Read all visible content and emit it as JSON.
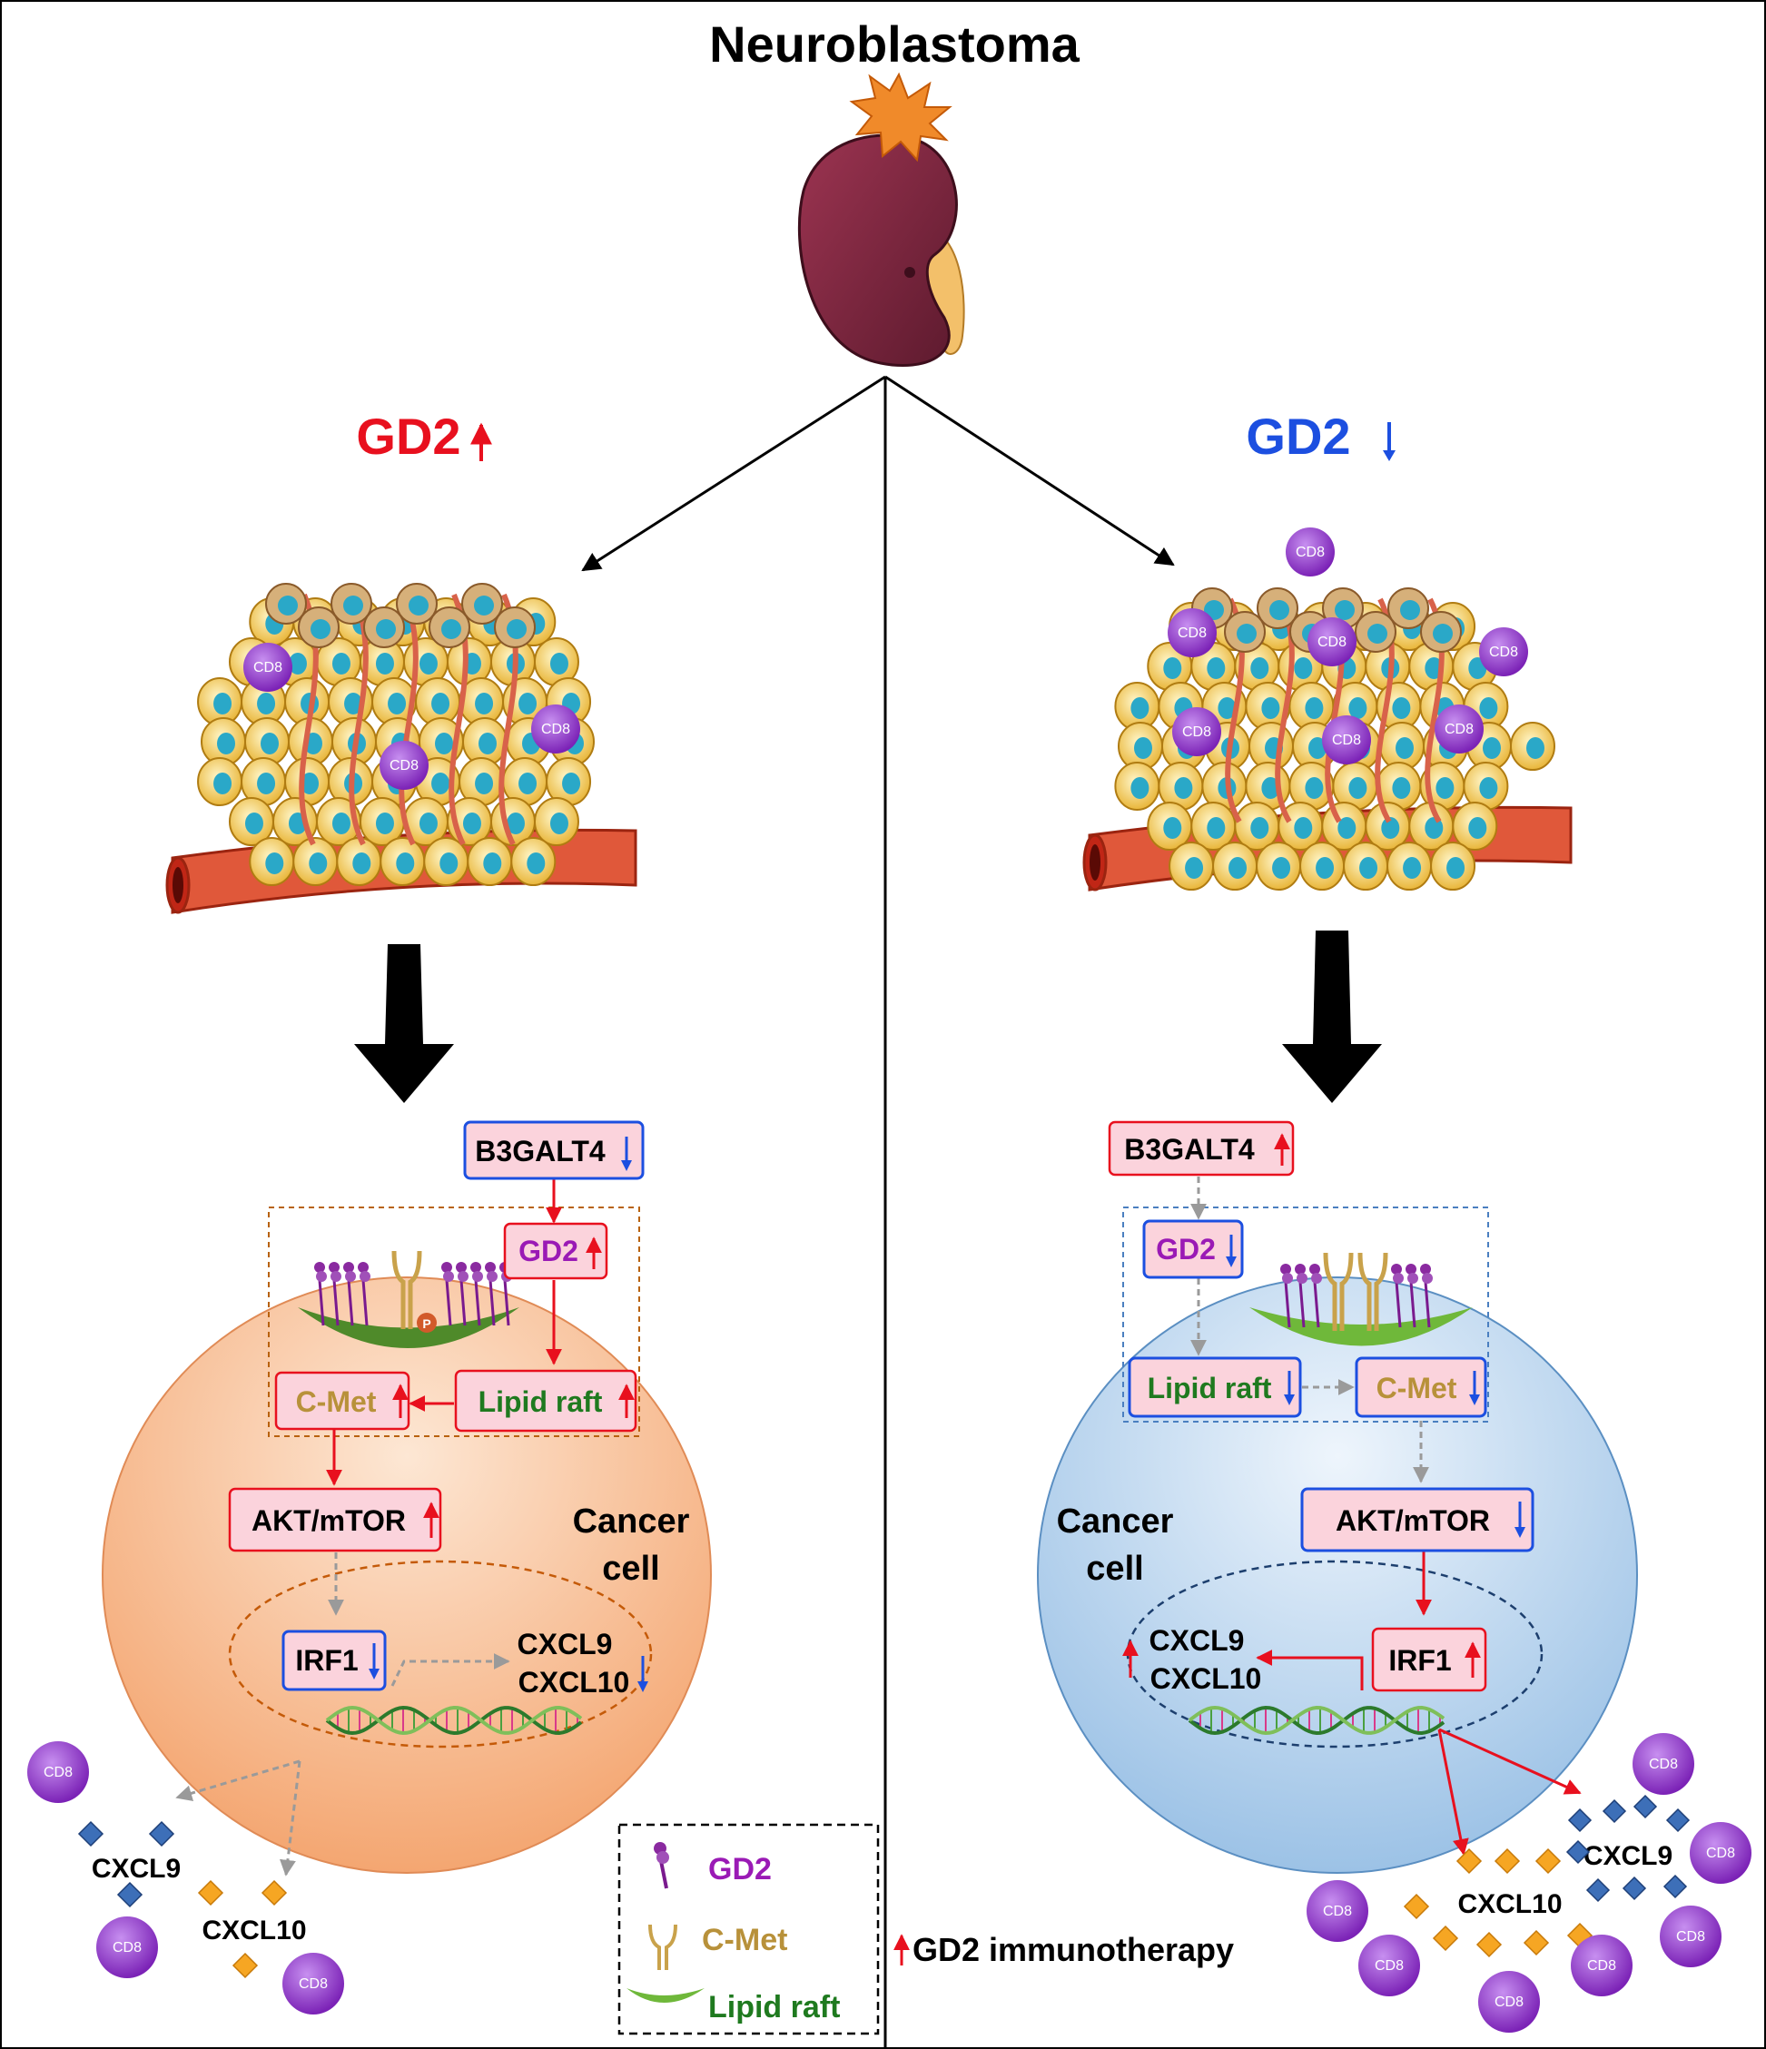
{
  "title": "Neuroblastoma",
  "left": {
    "heading": "GD2",
    "heading_arrow": "up",
    "cell_label": [
      "Cancer",
      "cell"
    ],
    "nodes": {
      "b3galt4": "B3GALT4",
      "gd2": "GD2",
      "lipid_raft": "Lipid raft",
      "cmet": "C-Met",
      "akt": "AKT/mTOR",
      "irf1": "IRF1",
      "cxcl9": "CXCL9",
      "cxcl10": "CXCL10"
    },
    "node_trends": {
      "b3galt4": "down",
      "gd2": "up",
      "lipid_raft": "up",
      "cmet": "up",
      "akt": "up",
      "irf1": "down",
      "cxcl": "down"
    },
    "outside": {
      "cxcl9": "CXCL9",
      "cxcl10": "CXCL10"
    },
    "cd8": "CD8"
  },
  "right": {
    "heading": "GD2",
    "heading_arrow": "down",
    "cell_label": [
      "Cancer",
      "cell"
    ],
    "nodes": {
      "b3galt4": "B3GALT4",
      "gd2": "GD2",
      "lipid_raft": "Lipid raft",
      "cmet": "C-Met",
      "akt": "AKT/mTOR",
      "irf1": "IRF1",
      "cxcl9": "CXCL9",
      "cxcl10": "CXCL10"
    },
    "node_trends": {
      "b3galt4": "up",
      "gd2": "down",
      "lipid_raft": "down",
      "cmet": "down",
      "akt": "down",
      "irf1": "up",
      "cxcl": "up"
    },
    "outside": {
      "cxcl9": "CXCL9",
      "cxcl10": "CXCL10"
    },
    "cd8": "CD8"
  },
  "legend": {
    "gd2": "GD2",
    "cmet": "C-Met",
    "lipid_raft": "Lipid raft"
  },
  "immunotherapy": "GD2 immunotherapy",
  "colors": {
    "up": "#e8101e",
    "down": "#1c4fe0",
    "gd2_text": "#9a1ab5",
    "cmet_text": "#b8913a",
    "raft_text": "#1f7a1f",
    "node_fill": "#fbd3dc",
    "cd8": "#9a3fd0",
    "left_cell": "#f6b98a",
    "right_cell": "#b6d3ec"
  }
}
